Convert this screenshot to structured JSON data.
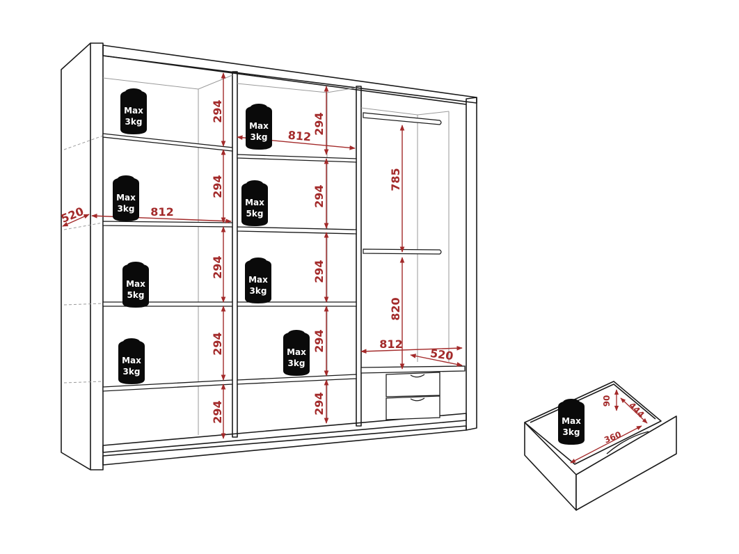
{
  "colors": {
    "outline": "#1a1a1a",
    "interior": "#9a9a9a",
    "dimension": "#a32a2a",
    "weight": "#0a0a0a",
    "weight_text": "#ffffff",
    "background": "#ffffff"
  },
  "dimensions": {
    "depth_side": "520",
    "left_shelf_width": "812",
    "top_shelf_width": "812",
    "rail_width": "812",
    "rail_depth": "520",
    "hang_upper": "785",
    "hang_lower": "820",
    "c1_h1": "294",
    "c1_h2": "294",
    "c1_h3": "294",
    "c1_h4": "294",
    "c1_h5": "294",
    "c2_h1": "294",
    "c2_h2": "294",
    "c2_h3": "294",
    "c2_h4": "294",
    "c2_h5": "294",
    "drawer_height": "90",
    "drawer_depth": "444",
    "drawer_width": "360"
  },
  "weights": {
    "prefix": "Max",
    "c1_s1": "3kg",
    "c1_s2": "3kg",
    "c1_s3": "5kg",
    "c1_s4": "3kg",
    "c2_s1": "3kg",
    "c2_s2": "5kg",
    "c2_s3": "3kg",
    "c2_s4": "3kg",
    "drawer": "3kg"
  }
}
